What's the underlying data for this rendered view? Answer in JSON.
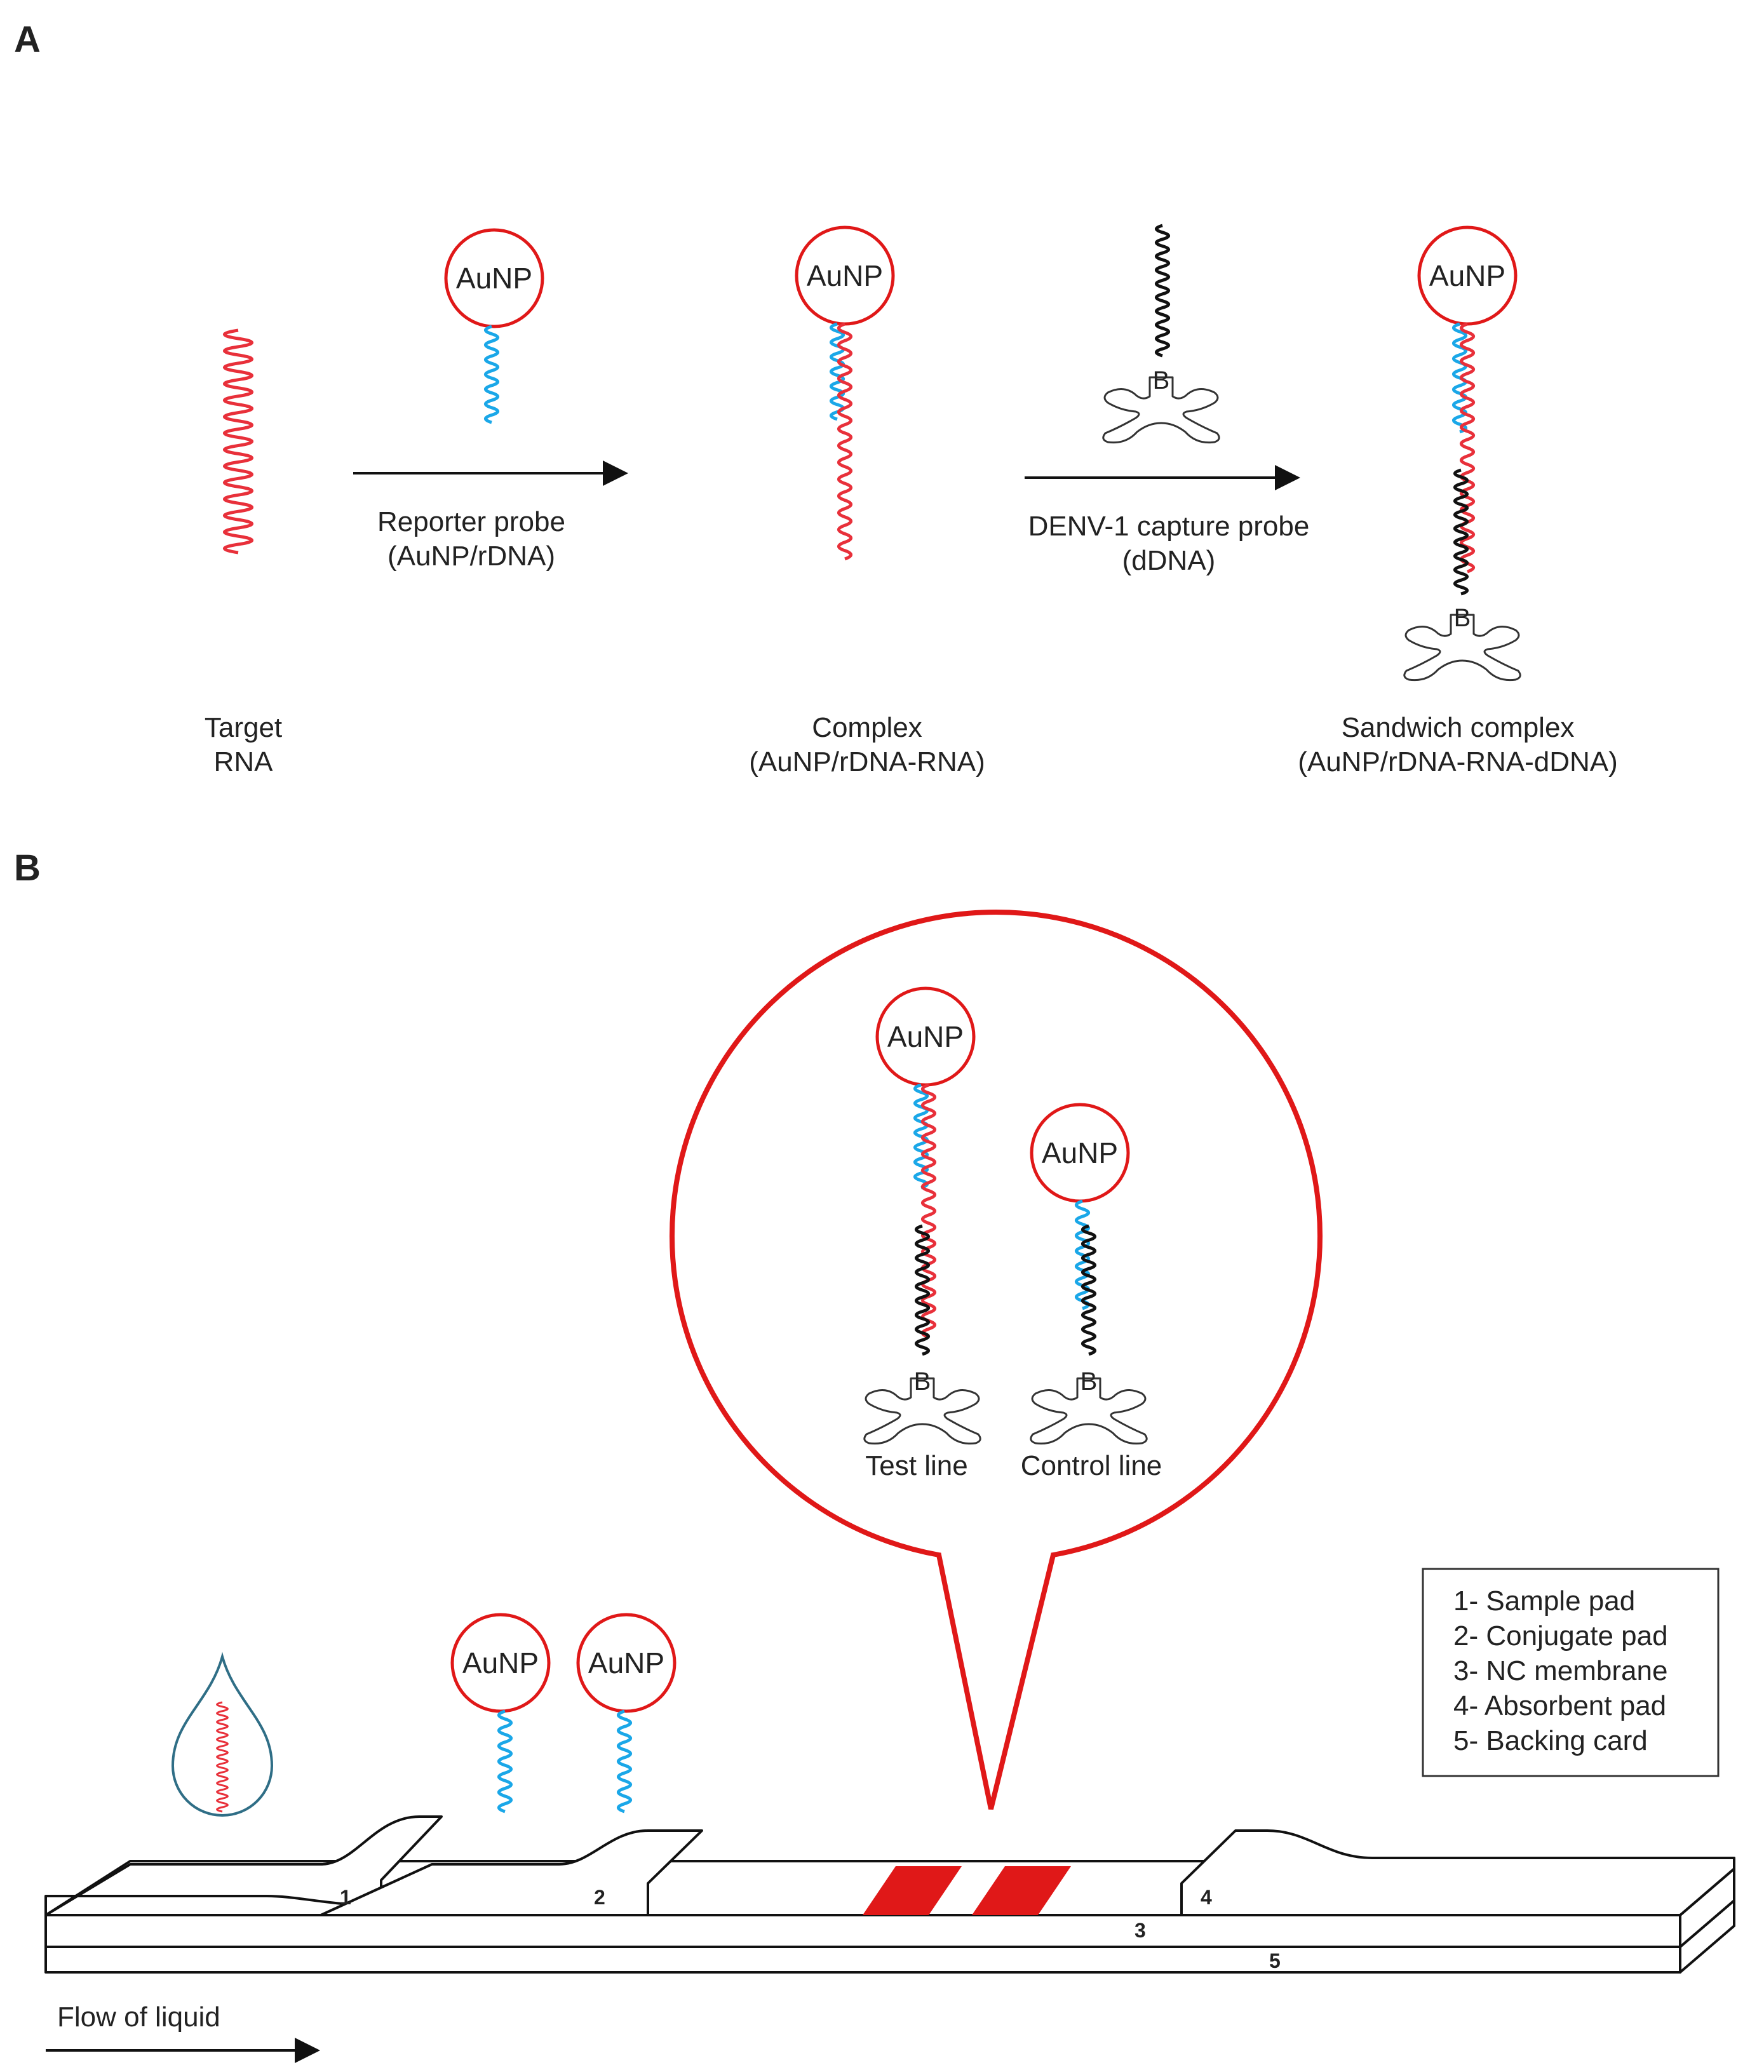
{
  "panel_a": {
    "letter": "A",
    "particle": "AuNP",
    "anchor": "B",
    "target_label": [
      "Target",
      "RNA"
    ],
    "arrow1_label": [
      "Reporter probe",
      "(AuNP/rDNA)"
    ],
    "complex_label": [
      "Complex",
      "(AuNP/rDNA-RNA)"
    ],
    "arrow2_label": [
      "DENV-1 capture probe",
      "(dDNA)"
    ],
    "sandwich_label": [
      "Sandwich complex",
      "(AuNP/rDNA-RNA-dDNA)"
    ]
  },
  "panel_b": {
    "letter": "B",
    "particle": "AuNP",
    "anchor": "B",
    "test_line": "Test line",
    "control_line": "Control line",
    "strip_numbers": [
      "1",
      "2",
      "3",
      "4",
      "5"
    ],
    "legend": [
      "1- Sample pad",
      "2- Conjugate pad",
      "3- NC membrane",
      "4- Absorbent pad",
      "5- Backing card"
    ],
    "flow_label": "Flow of liquid"
  },
  "colors": {
    "rna": "#e8303a",
    "reporter_dna": "#1aa7e8",
    "capture_dna": "#111111",
    "particle_ring": "#e01818",
    "callout": "#e01818",
    "test_band": "#e01818",
    "droplet": "#2f6e86"
  }
}
